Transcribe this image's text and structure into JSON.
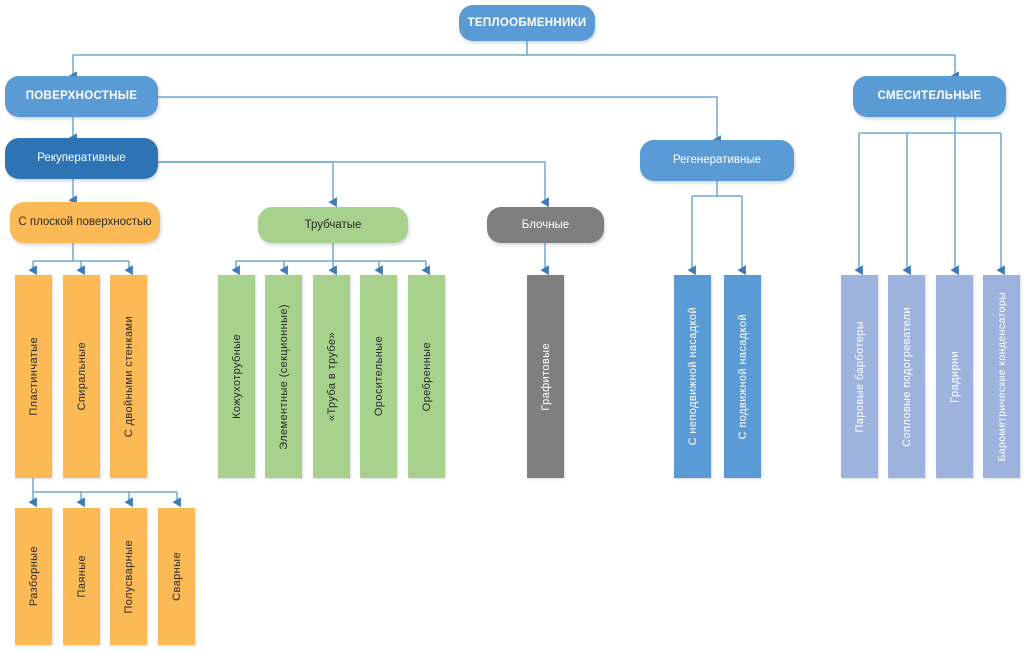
{
  "diagram": {
    "title": "ТЕПЛООБМЕННИКИ",
    "colors": {
      "light_blue": "#5B9BD5",
      "dark_blue": "#2E74B5",
      "orange": "#FBBA56",
      "green": "#A9D18E",
      "gray": "#7F7F7F",
      "periwinkle": "#9DB2DC",
      "connector": "#6FA8D0"
    },
    "root": {
      "label": "ТЕПЛООБМЕННИКИ"
    },
    "level1": [
      {
        "label": "ПОВЕРХНОСТНЫЕ"
      },
      {
        "label": "Регенеративные"
      },
      {
        "label": "СМЕСИТЕЛЬНЫЕ"
      }
    ],
    "level2": [
      {
        "label": "Рекуперативные"
      }
    ],
    "level3": [
      {
        "label": "С плоской поверхностью"
      },
      {
        "label": "Трубчатые"
      },
      {
        "label": "Блочные"
      }
    ],
    "flat_surface_children": [
      {
        "label": "Пластинчатые"
      },
      {
        "label": "Спиральные"
      },
      {
        "label": "С двойными стенками"
      }
    ],
    "plate_children": [
      {
        "label": "Разборные"
      },
      {
        "label": "Паяные"
      },
      {
        "label": "Полусварные"
      },
      {
        "label": "Сварные"
      }
    ],
    "tubular_children": [
      {
        "label": "Кожухотрубные"
      },
      {
        "label": "Элементные (секционные)"
      },
      {
        "label": "«Труба в трубе»"
      },
      {
        "label": "Оросительные"
      },
      {
        "label": "Оребренные"
      }
    ],
    "block_children": [
      {
        "label": "Графитовые"
      }
    ],
    "regenerative_children": [
      {
        "label": "С неподвижной насадкой"
      },
      {
        "label": "С подвижной насадкой"
      }
    ],
    "mixing_children": [
      {
        "label": "Паровые барботеры"
      },
      {
        "label": "Сопловые подогреватели"
      },
      {
        "label": "Градирни"
      },
      {
        "label": "Барометрические конденсаторы"
      }
    ]
  }
}
